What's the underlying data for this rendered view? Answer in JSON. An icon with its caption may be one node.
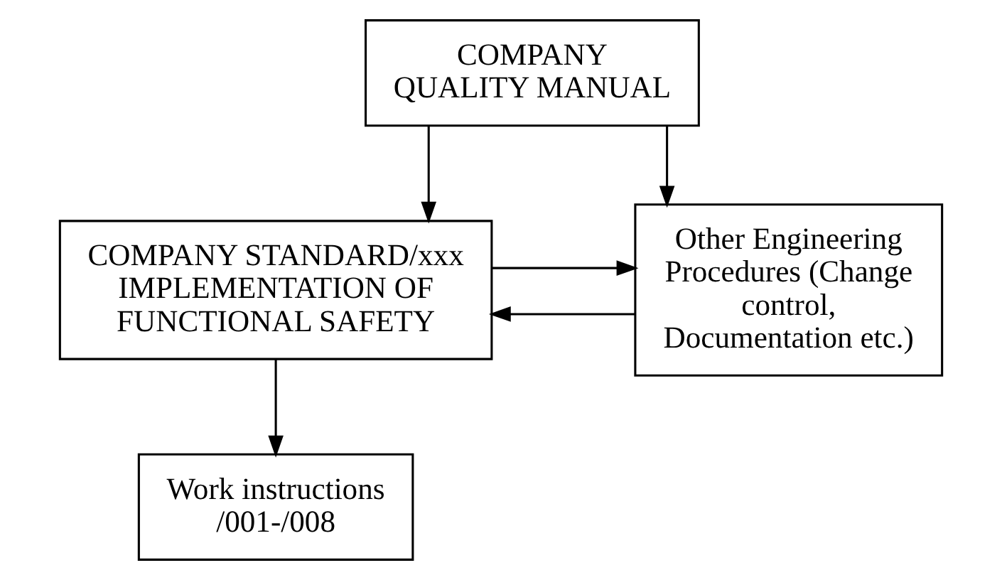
{
  "diagram": {
    "nodes": [
      {
        "text": [
          "COMPANY QUALITY MANUAL"
        ]
      },
      {
        "text": [
          "COMPANY STANDARD/xxx IMPLEMENTATION OF FUNCTIONAL SAFETY"
        ]
      },
      {
        "text": [
          "Other Engineering Procedures (Change control, Documentation etc.)"
        ]
      },
      {
        "text": [
          "Work instructions /001-/008"
        ]
      }
    ],
    "edges": [
      {
        "from": 0,
        "to": 1,
        "arrow": "to"
      },
      {
        "from": 0,
        "to": 2,
        "arrow": "to"
      },
      {
        "from": 1,
        "to": 2,
        "arrow": "to"
      },
      {
        "from": 2,
        "to": 1,
        "arrow": "to"
      },
      {
        "from": 1,
        "to": 3,
        "arrow": "to"
      }
    ]
  }
}
